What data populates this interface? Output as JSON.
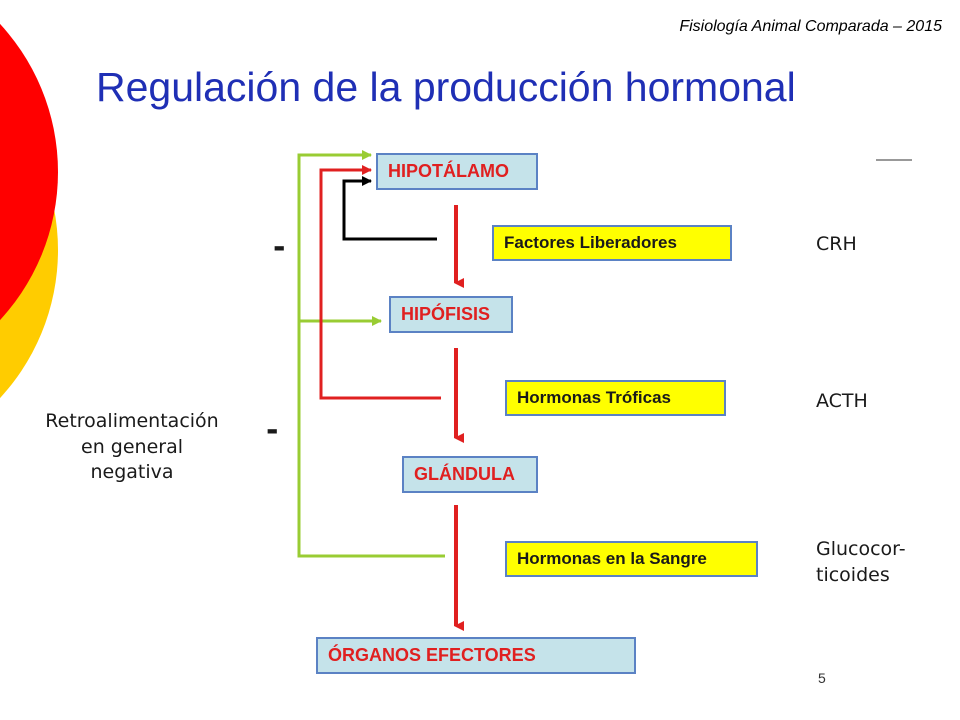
{
  "header": {
    "course": "Fisiología Animal Comparada – 2015"
  },
  "slide": {
    "title": "Regulación de la producción hormonal",
    "page_number": "5"
  },
  "diagram": {
    "organs": {
      "hipotalamo": "HIPOTÁLAMO",
      "hipofisis": "HIPÓFISIS",
      "glandula": "GLÁNDULA",
      "organos": "ÓRGANOS EFECTORES"
    },
    "signals": {
      "factores": "Factores Liberadores",
      "troficas": "Hormonas Tróficas",
      "sangre": "Hormonas en la Sangre"
    },
    "examples": {
      "crh": "CRH",
      "acth": "ACTH",
      "gluco_line1": "Glucocor-",
      "gluco_line2": "ticoides"
    },
    "feedback": {
      "line1": "Retroalimentación",
      "line2": "en general",
      "line3": "negativa",
      "minus_sign": "-"
    }
  },
  "colors": {
    "title": "#1f2fb5",
    "organ_fill": "#c5e3ea",
    "organ_text": "#e02020",
    "signal_fill": "#ffff00",
    "box_border": "#5b82c4",
    "arrow_red": "#e02020",
    "feedback_green": "#99cc33",
    "deco_red": "#ff0000",
    "deco_yellow": "#ffcc00"
  }
}
